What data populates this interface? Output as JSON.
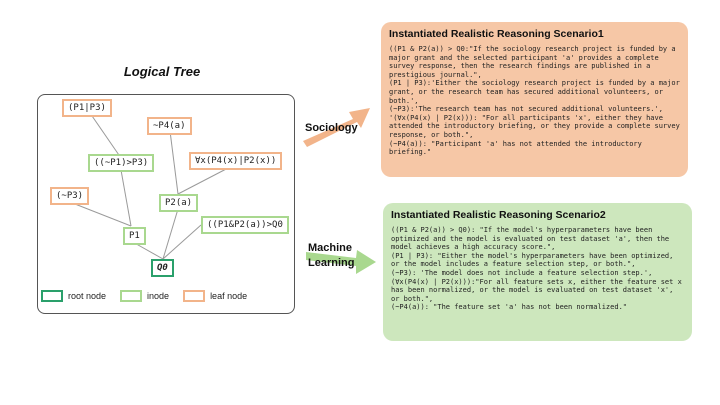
{
  "tree": {
    "title": "Logical Tree",
    "nodes": {
      "p1p3": "(P1|P3)",
      "notp4a": "~P4(a)",
      "notp1p3": "((~P1)>P3)",
      "forall": "∀x(P4(x)|P2(x))",
      "notp3": "(~P3)",
      "p2a": "P2(a)",
      "p1p2q0": "((P1&P2(a))>Q0",
      "p1": "P1",
      "q0": "Q0"
    },
    "legend": {
      "root": "root node",
      "inode": "inode",
      "leaf": "leaf node"
    }
  },
  "domains": {
    "sociology": "Sociology",
    "ml_line1": "Machine",
    "ml_line2": "Learning"
  },
  "scenario1": {
    "title": "Instantiated Realistic Reasoning Scenario1",
    "body": "((P1 & P2(a)) > Q0:\"If the sociology research project is funded by a major grant and the selected participant 'a' provides a complete survey response, then the research findings are published in a prestigious journal.\",\n(P1 | P3):'Either the sociology research project is funded by a major grant, or the research team has secured additional volunteers, or both.',\n(~P3):'The research team has not secured additional volunteers.',\n'(∀x(P4(x) | P2(x))): \"For all participants 'x', either they have attended the introductory briefing, or they provide a complete survey response, or both.\",\n(~P4(a)): \"Participant 'a' has not attended the introductory briefing.\""
  },
  "scenario2": {
    "title": "Instantiated Realistic Reasoning Scenario2",
    "body": "((P1 & P2(a)) > Q0): \"If the model's hyperparameters have been optimized and the model is evaluated on test dataset 'a', then the model achieves a high accuracy score.\",\n(P1 | P3): \"Either the model's hyperparameters have been optimized, or the model includes a feature selection step, or both.\",\n(~P3): 'The model does not include a feature selection step.',\n(∀x(P4(x) | P2(x))):\"For all feature sets x, either the feature set x has been normalized, or the model is evaluated on test dataset 'x', or both.\",\n(~P4(a)): \"The feature set 'a' has not been normalized.\""
  },
  "colors": {
    "root": "#2aa06b",
    "inode": "#a9d88f",
    "leaf": "#f2b48a",
    "orange_card": "#f6c7a6",
    "green_card": "#cde7bd"
  }
}
